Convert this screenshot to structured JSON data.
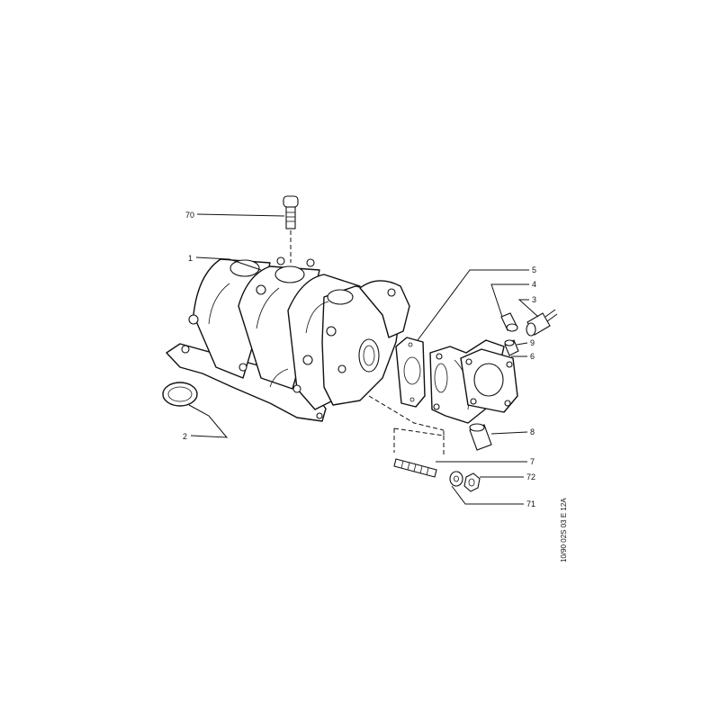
{
  "callouts": {
    "c70": "70",
    "c1": "1",
    "c2": "2",
    "c5": "5",
    "c4": "4",
    "c3": "3",
    "c9": "9",
    "c6": "6",
    "c8": "8",
    "c7": "7",
    "c72": "72",
    "c71": "71"
  },
  "reference_code": "10/90 02S   03 E 12A"
}
